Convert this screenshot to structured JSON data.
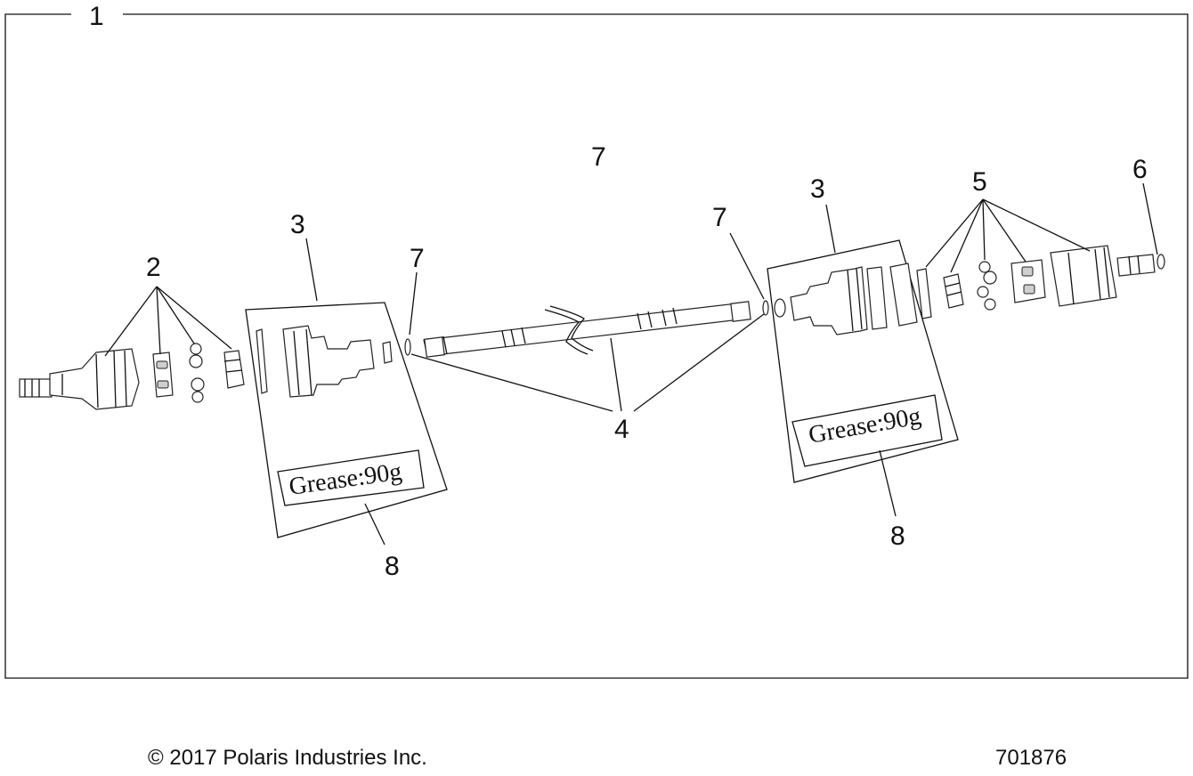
{
  "diagram": {
    "assembly_callout": "1",
    "callouts": {
      "outer_joint": "2",
      "boot_kit_left": "3",
      "boot_kit_right": "3",
      "shaft": "4",
      "inner_joint": "5",
      "retaining_ring": "6",
      "ring_top": "7",
      "ring_left": "7",
      "ring_right": "7",
      "grease_left": "8",
      "grease_right": "8"
    },
    "grease_label_left": "Grease:90g",
    "grease_label_right": "Grease:90g"
  },
  "footer": {
    "copyright": "© 2017 Polaris Industries Inc.",
    "part_number": "701876"
  }
}
